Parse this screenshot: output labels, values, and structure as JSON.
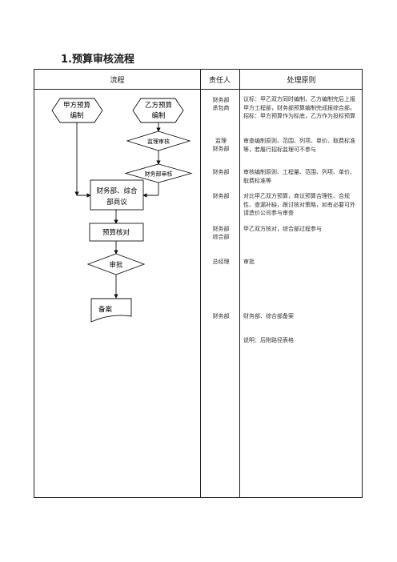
{
  "title": "1.预算审核流程",
  "headers": {
    "flow": "流程",
    "responsible": "责任人",
    "principle": "处理原则"
  },
  "flow": {
    "party_a_budget_l1": "甲方预算",
    "party_a_budget_l2": "编制",
    "party_b_budget_l1": "乙方预算",
    "party_b_budget_l2": "编制",
    "supervision_review": "监理审核",
    "finance_review": "财务部审核",
    "finance_consult_l1": "财务部、综合",
    "finance_consult_l2": "部商议",
    "budget_check": "预算核对",
    "approval": "审批",
    "archive": "备案"
  },
  "rows": [
    {
      "responsible": [
        "财务部",
        "承包商"
      ],
      "principle": "议标：甲乙双方同时编制，乙方编制完后上报甲方工程部，财务部预算编制完成报综合部。招标：甲方预算作为标底，乙方作为投标预算"
    },
    {
      "responsible": [
        "监理",
        "财务部"
      ],
      "principle": "审查编制原则、范围、列项、单价、取费标准等，若履行招标监理可不参与"
    },
    {
      "responsible": [
        "财务部"
      ],
      "principle": "审核编制原则、工程量、范围、列项、单价、取费标准等"
    },
    {
      "responsible": [
        "财务部"
      ],
      "principle": "对比甲乙双方预算，商议预算合理性、合规性、查漏补缺，跟讨核对策略，如有必要可外请造价公司参与审查"
    },
    {
      "responsible": [
        "财务部",
        "综合部"
      ],
      "principle": "甲乙双方核对，综合部过程参与"
    },
    {
      "responsible": [
        "总经理"
      ],
      "principle": "审批"
    },
    {
      "responsible": [
        "财务部"
      ],
      "principle": "财务部、综合部备案"
    },
    {
      "responsible": [],
      "principle": "说明：后附路径表格"
    }
  ]
}
